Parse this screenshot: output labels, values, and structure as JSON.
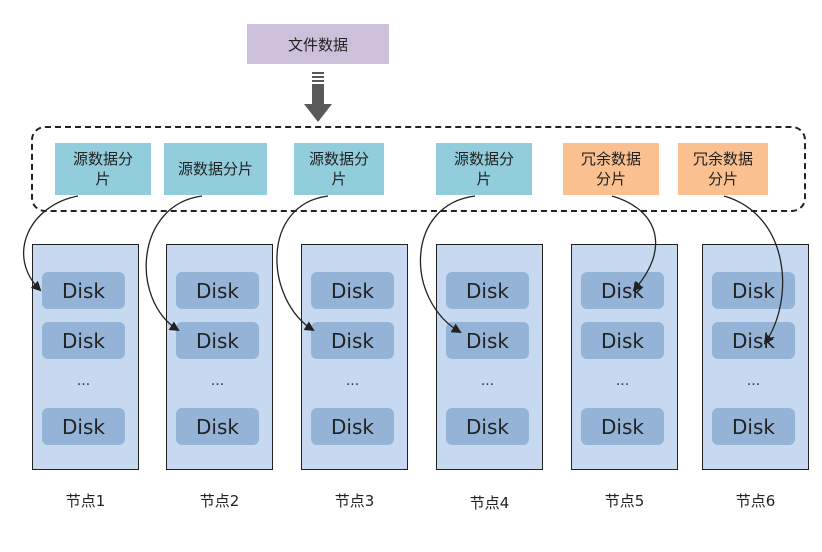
{
  "source": {
    "label": "文件数据"
  },
  "shards": [
    {
      "label": "源数据分片",
      "kind": "source"
    },
    {
      "label": "源数据分片",
      "kind": "source"
    },
    {
      "label": "源数据分片",
      "kind": "source"
    },
    {
      "label": "源数据分片",
      "kind": "source"
    },
    {
      "label": "冗余数据分片",
      "kind": "redundant"
    },
    {
      "label": "冗余数据分片",
      "kind": "redundant"
    }
  ],
  "nodes": [
    {
      "label": "节点1",
      "disks": [
        "Disk",
        "Disk",
        "Disk"
      ],
      "ellipsis": "...",
      "target_disk": 0
    },
    {
      "label": "节点2",
      "disks": [
        "Disk",
        "Disk",
        "Disk"
      ],
      "ellipsis": "...",
      "target_disk": 1
    },
    {
      "label": "节点3",
      "disks": [
        "Disk",
        "Disk",
        "Disk"
      ],
      "ellipsis": "...",
      "target_disk": 1
    },
    {
      "label": "节点4",
      "disks": [
        "Disk",
        "Disk",
        "Disk"
      ],
      "ellipsis": "...",
      "target_disk": 1
    },
    {
      "label": "节点5",
      "disks": [
        "Disk",
        "Disk",
        "Disk"
      ],
      "ellipsis": "...",
      "target_disk": 0
    },
    {
      "label": "节点6",
      "disks": [
        "Disk",
        "Disk",
        "Disk"
      ],
      "ellipsis": "...",
      "target_disk": 1
    }
  ],
  "colors": {
    "source_file": "#ccc0da",
    "source_shard": "#92cddc",
    "redundant_shard": "#fac090",
    "node_bg": "#c6d9f1",
    "disk_bg": "#95b3d7",
    "arrow": "#222222",
    "down_arrow": "#595959"
  }
}
